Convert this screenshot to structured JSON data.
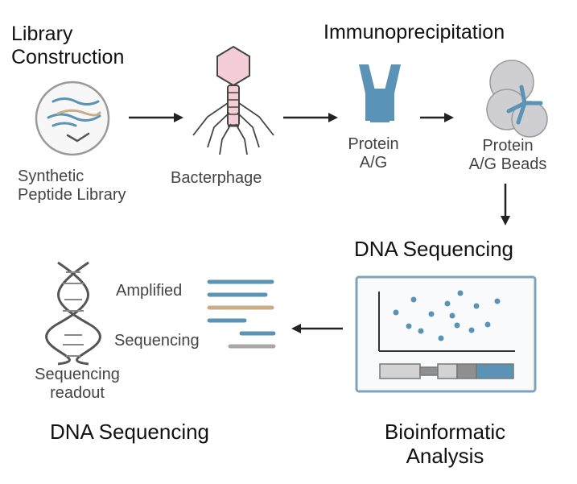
{
  "headings": {
    "library_construction": "Library\nConstruction",
    "immunoprecipitation": "Immunoprecipitation",
    "dna_sequencing_right": "DNA Sequencing",
    "dna_sequencing_left": "DNA Sequencing",
    "bioinformatic_analysis": "Bioinformatic\nAnalysis"
  },
  "labels": {
    "synthetic_peptide_library": "Synthetic\nPeptide Library",
    "bacteriophage": "Bacterphage",
    "protein_ag": "Protein\nA/G",
    "protein_ag_beads": "Protein\nA/G Beads",
    "amplified": "Amplified",
    "sequencing": "Sequencing",
    "sequencing_readout": "Sequencing\nreadout"
  },
  "colors": {
    "blue": "#5a93b5",
    "tan": "#c9ad85",
    "gray": "#a8a8a8",
    "pink": "#f5cdd6",
    "arrow": "#222222"
  },
  "icons": {
    "peptide_library": "petri-dish-icon",
    "phage": "bacteriophage-icon",
    "antibody": "antibody-icon",
    "beads": "beads-icon",
    "dna": "dna-helix-icon",
    "analysis": "scatter-plot-window-icon"
  }
}
